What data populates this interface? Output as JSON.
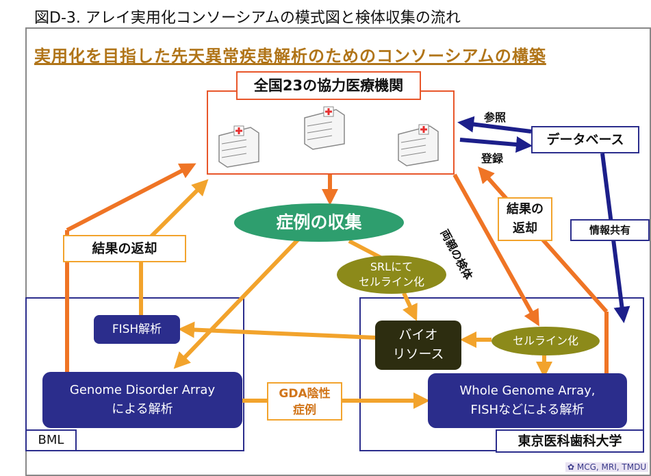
{
  "caption": "図D-3. アレイ実用化コンソーシアムの模式図と検体収集の流れ",
  "title": "実用化を目指した先天異常疾患解析のためのコンソーシアムの構築",
  "hospitals": {
    "label": "全国23の協力医療機関"
  },
  "nodes": {
    "cases": "症例の収集",
    "srl_line1": "SRLにて",
    "srl_line2": "セルライン化",
    "cellline": "セルライン化",
    "fish": "FISH解析",
    "gda_line1": "Genome Disorder Array",
    "gda_line2": "による解析",
    "wga_line1": "Whole Genome Array,",
    "wga_line2": "FISHなどによる解析",
    "bio_line1": "バイオ",
    "bio_line2": "リソース",
    "database": "データベース",
    "info_share": "情報共有"
  },
  "labels": {
    "result_left": "結果の返却",
    "result_right_line1": "結果の",
    "result_right_line2": "返却",
    "gda_neg_line1": "GDA陰性",
    "gda_neg_line2": "症例",
    "ref": "参照",
    "reg": "登録",
    "parent": "両親の検体",
    "bml": "BML",
    "tmdu": "東京医科歯科大学",
    "credit": "MCG, MRI, TMDU"
  },
  "colors": {
    "orange": "#f2a32c",
    "dark_orange": "#ef7425",
    "navy": "#2b2d8c",
    "green": "#2e9e6e",
    "olive": "#8c8a1a",
    "title": "#b07418"
  },
  "icons": [
    "hospital-icon",
    "hospital-icon",
    "hospital-icon"
  ]
}
